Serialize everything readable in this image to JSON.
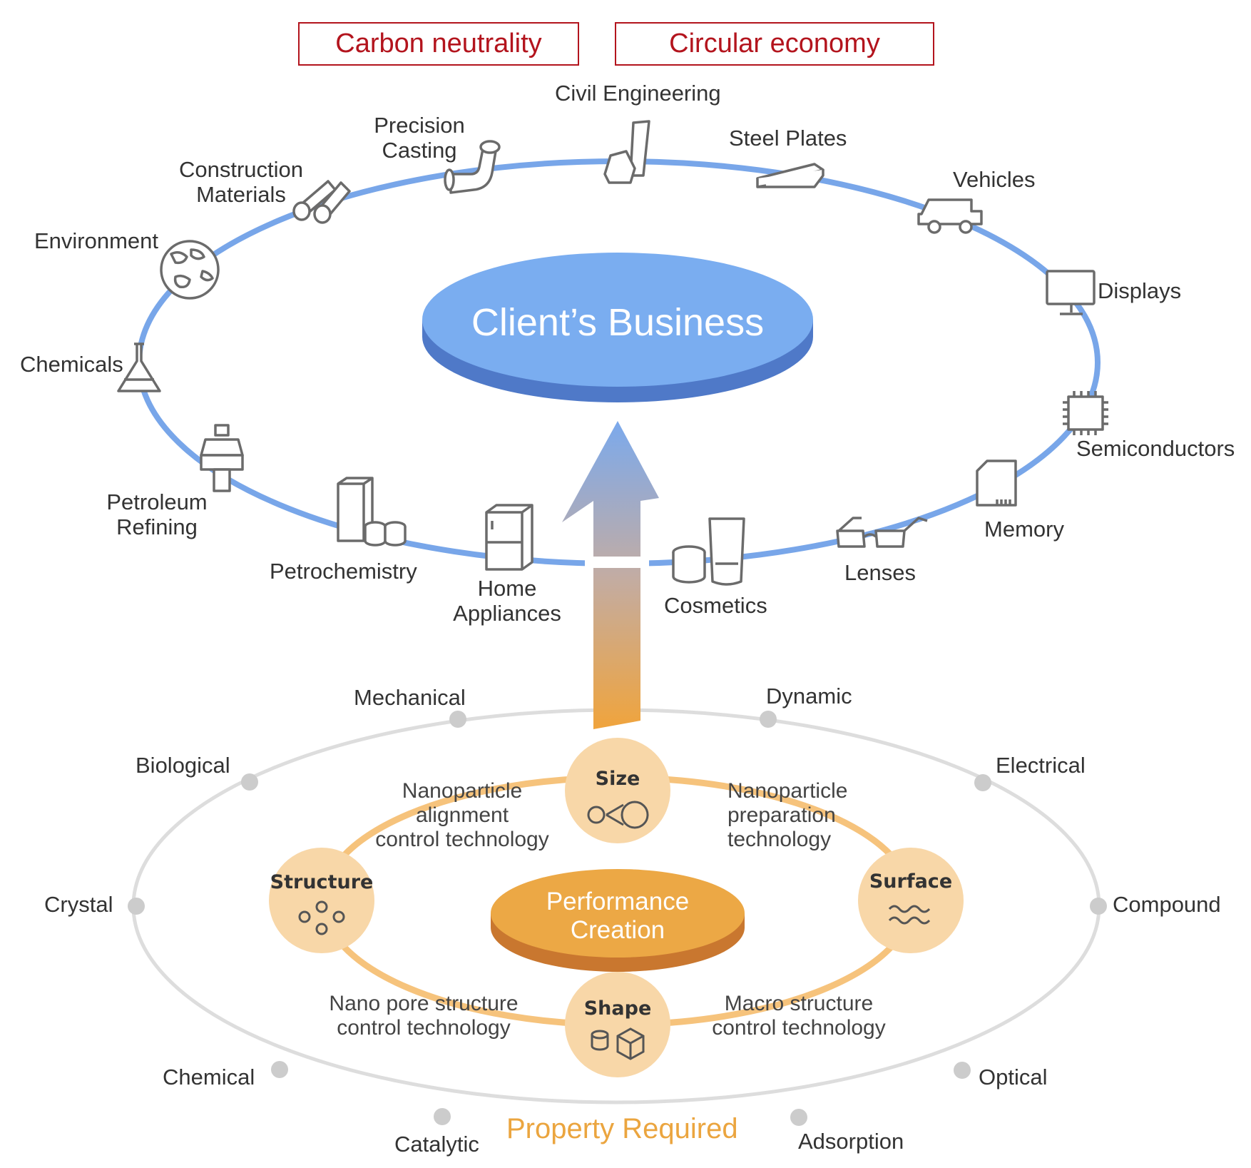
{
  "top_tags": {
    "carbon_neutrality": "Carbon neutrality",
    "circular_economy": "Circular economy"
  },
  "center_client": "Client’s Business",
  "industries": {
    "civil_engineering": "Civil Engineering",
    "steel_plates": "Steel Plates",
    "vehicles": "Vehicles",
    "displays": "Displays",
    "semiconductors": "Semiconductors",
    "memory": "Memory",
    "lenses": "Lenses",
    "cosmetics": "Cosmetics",
    "home_appliances_1": "Home",
    "home_appliances_2": "Appliances",
    "petrochemistry": "Petrochemistry",
    "petroleum_refining_1": "Petroleum",
    "petroleum_refining_2": "Refining",
    "chemicals": "Chemicals",
    "environment": "Environment",
    "construction_materials_1": "Construction",
    "construction_materials_2": "Materials",
    "precision_casting_1": "Precision",
    "precision_casting_2": "Casting"
  },
  "properties": {
    "mechanical": "Mechanical",
    "dynamic": "Dynamic",
    "electrical": "Electrical",
    "compound": "Compound",
    "optical": "Optical",
    "adsorption": "Adsorption",
    "catalytic": "Catalytic",
    "chemical": "Chemical",
    "crystal": "Crystal",
    "biological": "Biological"
  },
  "property_required": "Property Required",
  "core_circles": {
    "size": "Size",
    "surface": "Surface",
    "shape": "Shape",
    "structure": "Structure"
  },
  "technologies": {
    "alignment_1": "Nanoparticle",
    "alignment_2": "alignment",
    "alignment_3": "control technology",
    "preparation_1": "Nanoparticle",
    "preparation_2": "preparation",
    "preparation_3": "technology",
    "nanopore_1": "Nano pore structure",
    "nanopore_2": "control technology",
    "macro_1": "Macro structure",
    "macro_2": "control technology"
  },
  "performance_creation_1": "Performance",
  "performance_creation_2": "Creation",
  "colors": {
    "ring_blue": "#78a6e9",
    "client_blue": "#7aadf0",
    "client_blue_dark": "#4f79c8",
    "orange_ring": "#f6c37c",
    "orange_circle": "#f8d7a8",
    "performance_orange": "#eca845",
    "performance_orange_dark": "#c9772f",
    "grey_ring": "#dddddd",
    "grey_dot": "#cccccc",
    "tag_red": "#b3141d",
    "property_required_orange": "#eba53f",
    "icon_grey": "#6b6b6b"
  }
}
